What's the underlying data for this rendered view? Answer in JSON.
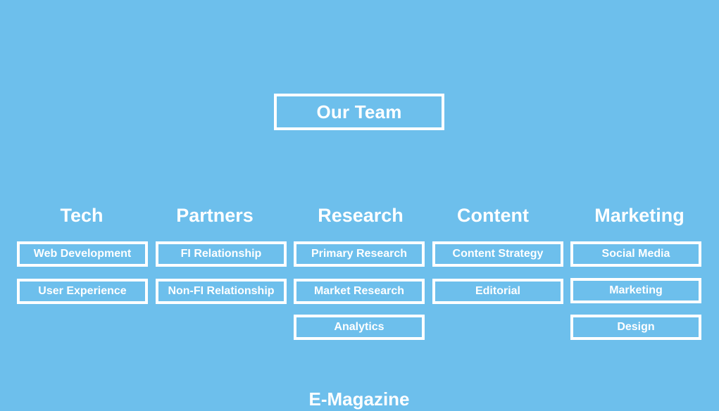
{
  "root": {
    "label": "Our Team"
  },
  "departments": [
    {
      "name": "Tech",
      "teams": [
        "Web Development",
        "User Experience"
      ]
    },
    {
      "name": "Partners",
      "teams": [
        "FI Relationship",
        "Non-FI Relationship"
      ]
    },
    {
      "name": "Research",
      "teams": [
        "Primary Research",
        "Market Research",
        "Analytics"
      ]
    },
    {
      "name": "Content",
      "teams": [
        "Content Strategy",
        "Editorial"
      ]
    },
    {
      "name": "Marketing",
      "teams": [
        "Social Media",
        "Marketing",
        "Design"
      ]
    }
  ],
  "footer": {
    "label": "E-Magazine"
  },
  "colors": {
    "background": "#6dbfec",
    "foreground": "#ffffff"
  }
}
